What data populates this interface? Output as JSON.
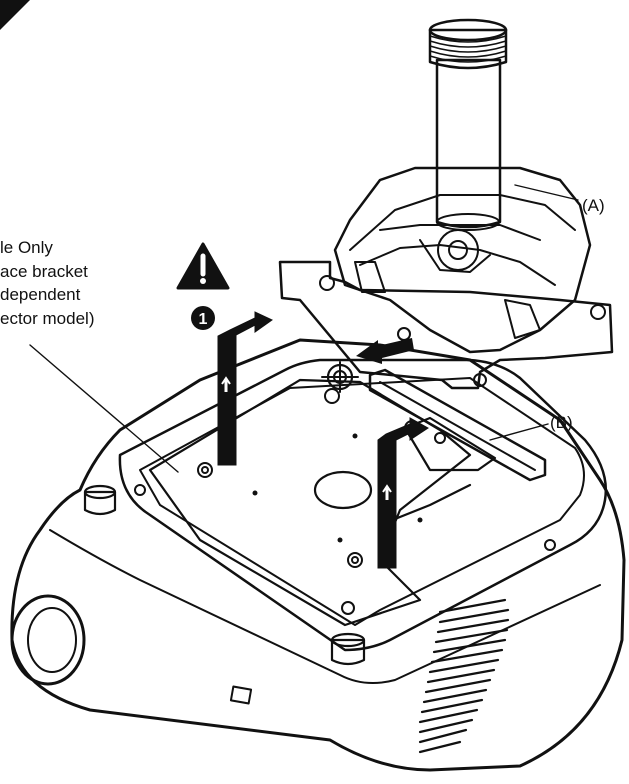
{
  "callouts": {
    "label_a": "(A)",
    "label_b": "(B)",
    "warning_step": "1",
    "note_lines": [
      "le Only",
      "ace bracket",
      "dependent",
      "ector model)"
    ]
  },
  "icons": {
    "warning": "warning-triangle-icon",
    "step": "step-number-icon"
  }
}
